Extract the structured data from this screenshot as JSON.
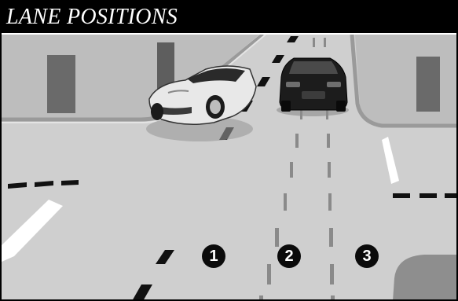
{
  "title": "LANE POSITIONS",
  "lanes": [
    {
      "number": "1",
      "name": "lane-1"
    },
    {
      "number": "2",
      "name": "lane-2"
    },
    {
      "number": "3",
      "name": "lane-3"
    }
  ],
  "colors": {
    "road": "#cfcfcf",
    "sky_block": "#bdbdbd",
    "building": "#a9a9a9",
    "window": "#5e5e5e",
    "marking": "#ffffff",
    "dash": "#111111",
    "center_dash": "#8a8a8a",
    "silver_car": "#e8e8e8",
    "dark_car": "#1c1c1c",
    "badge": "#0b0b0b"
  }
}
